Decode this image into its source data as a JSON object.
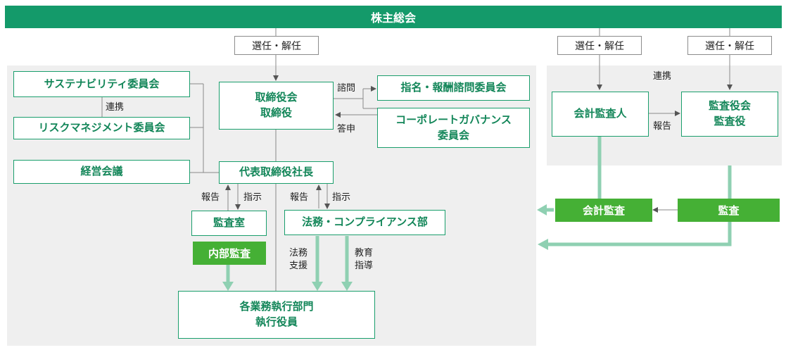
{
  "colors": {
    "primary": "#149a6a",
    "box_border": "#1a9e6c",
    "box_text": "#138659",
    "green_label": "#45b035",
    "light_arrow": "#8fd0b2",
    "connector": "#8a8a8a",
    "background_panel": "#efefef"
  },
  "header": {
    "title": "株主総会"
  },
  "election": {
    "left": "選任・解任",
    "mid": "選任・解任",
    "right": "選任・解任"
  },
  "committees": {
    "sustainability": "サステナビリティ委員会",
    "risk": "リスクマネジメント委員会",
    "link_label": "連携",
    "management_meeting": "経営会議"
  },
  "board": {
    "line1": "取締役会",
    "line2": "取締役"
  },
  "advisory": {
    "nomination": "指名・報酬諮問委員会",
    "governance_line1": "コーポレートガバナンス",
    "governance_line2": "委員会",
    "consult_label": "諮問",
    "report_label": "答申"
  },
  "president": "代表取締役社長",
  "audit_office": {
    "name": "監査室",
    "function": "内部監査"
  },
  "compliance": "法務・コンプライアンス部",
  "arrows": {
    "report1": "報告",
    "instruct1": "指示",
    "report2": "報告",
    "instruct2": "指示",
    "legal_support_1": "法務",
    "legal_support_2": "支援",
    "education_1": "教育",
    "education_2": "指導"
  },
  "divisions": {
    "line1": "各業務執行部門",
    "line2": "執行役員"
  },
  "auditors": {
    "link_label": "連携",
    "accounting_auditor": "会計監査人",
    "report_label": "報告",
    "board_line1": "監査役会",
    "board_line2": "監査役",
    "accounting_audit": "会計監査",
    "audit": "監査"
  }
}
